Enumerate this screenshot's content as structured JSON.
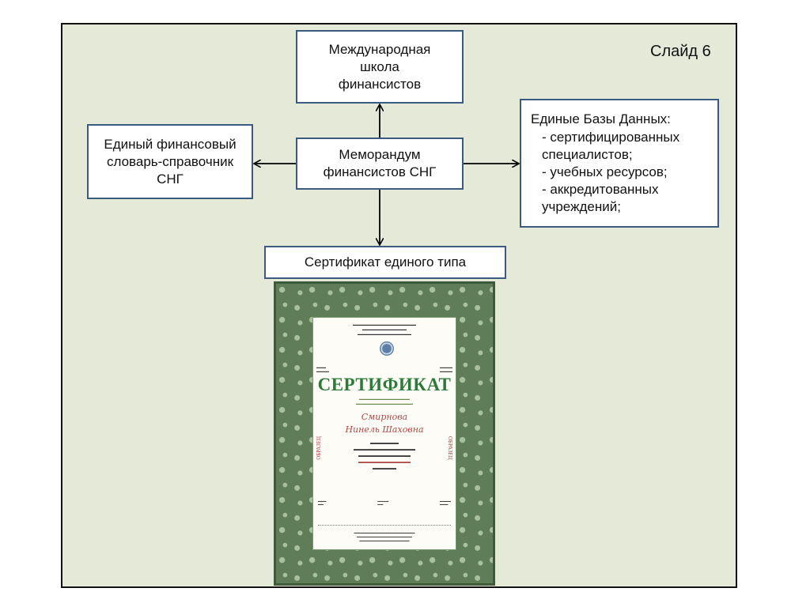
{
  "slide": {
    "number_label": "Слайд 6"
  },
  "diagram": {
    "school": {
      "lines": [
        "Международная",
        "школа",
        "финансистов"
      ]
    },
    "memorandum": {
      "lines": [
        "Меморандум",
        "финансистов СНГ"
      ]
    },
    "dictionary": {
      "lines": [
        "Единый финансовый",
        "словарь-справочник",
        "СНГ"
      ]
    },
    "databases": {
      "title": "Единые Базы Данных:",
      "items": [
        "- сертифицированных специалистов;",
        "- учебных ресурсов;",
        "- аккредитованных учреждений;"
      ]
    },
    "certificate_box": {
      "label": "Сертификат единого типа"
    }
  },
  "certificate_image": {
    "title": "СЕРТИФИКАТ",
    "stamp": "ОБРАЗЕЦ",
    "name_line_1": "Смирнова",
    "name_line_2": "Нинель Шаховна"
  },
  "colors": {
    "slide_background": "#e4e9d8",
    "box_border": "#3a5a7f",
    "certificate_title": "#2e7a3a",
    "certificate_frame": "#5f7e58"
  }
}
